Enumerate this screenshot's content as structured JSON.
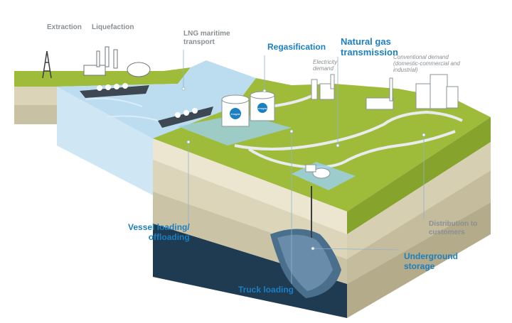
{
  "labels": {
    "extraction": "Extraction",
    "liquefaction": "Liquefaction",
    "lng_transport_1": "LNG maritime",
    "lng_transport_2": "transport",
    "regasification": "Regasification",
    "natural_gas_1": "Natural gas",
    "natural_gas_2": "transmission",
    "electricity_1": "Electricity",
    "electricity_2": "demand",
    "conventional_1": "Conventional demand",
    "conventional_2": "(domestic-commercial and",
    "conventional_3": "industrial)",
    "vessel_1": "Vessel loading/",
    "vessel_2": "offloading",
    "distribution_1": "Distribution to",
    "distribution_2": "customers",
    "underground_1": "Underground",
    "underground_2": "storage",
    "truck": "Truck loading"
  },
  "tank_logo": "enagas",
  "colors": {
    "grass": "#9fbb3a",
    "grass_dark": "#86a42c",
    "sea": "#bcdcf0",
    "soil_1": "#e6e0c9",
    "soil_2": "#d3ccb0",
    "soil_3": "#bfb898",
    "deep_rock": "#1f3b52",
    "accent_blue": "#1b7fc1",
    "label_grey": "#8a8f93"
  }
}
